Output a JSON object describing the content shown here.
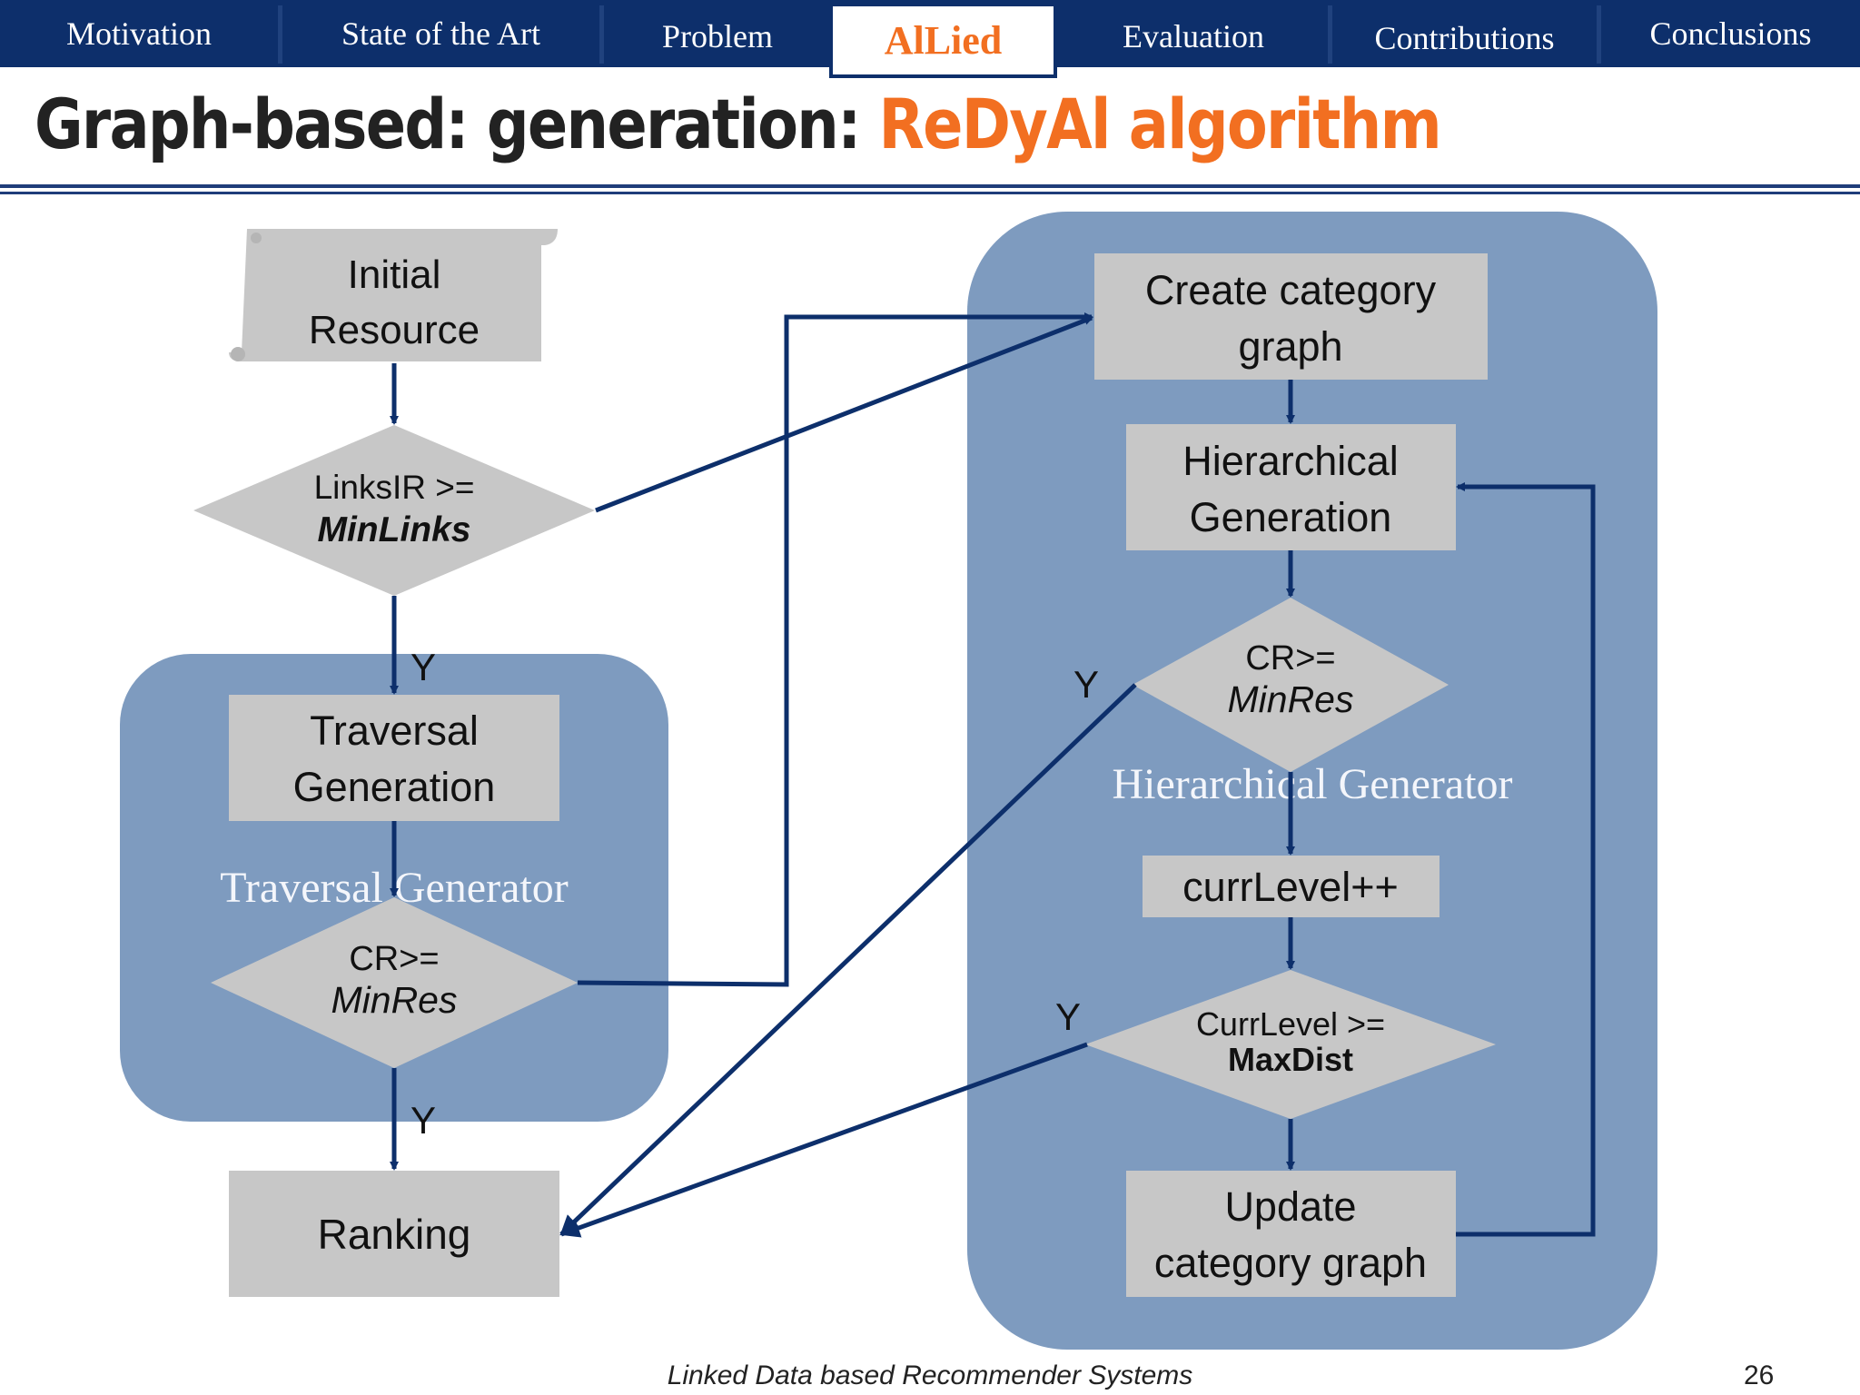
{
  "nav": {
    "tabs": [
      {
        "label": "Motivation"
      },
      {
        "label": "State of the Art"
      },
      {
        "label": "Problem"
      },
      {
        "label": "AlLied",
        "active": true
      },
      {
        "label": "Evaluation"
      },
      {
        "label": "Contributions"
      },
      {
        "label": "Conclusions"
      }
    ]
  },
  "title": {
    "prefix": "Graph-based: generation: ",
    "highlight": "ReDyAl algorithm"
  },
  "diagram": {
    "nodes": {
      "initial": {
        "line1": "Initial",
        "line2": "Resource"
      },
      "links_check": {
        "line1": "LinksIR >=",
        "line2": "MinLinks"
      },
      "traversal_gen": {
        "line1": "Traversal",
        "line2": "Generation"
      },
      "cr_check_left": {
        "line1": "CR>=",
        "line2": "MinRes"
      },
      "ranking": {
        "label": "Ranking"
      },
      "create_graph": {
        "line1": "Create category",
        "line2": "graph"
      },
      "hier_gen": {
        "line1": "Hierarchical",
        "line2": "Generation"
      },
      "cr_check_right": {
        "line1": "CR>=",
        "line2": "MinRes"
      },
      "curr_level_inc": {
        "label": "currLevel++"
      },
      "level_check": {
        "line1": "CurrLevel >=",
        "line2": "MaxDist"
      },
      "update_graph": {
        "line1": "Update",
        "line2": "category graph"
      }
    },
    "groups": {
      "traversal": "Traversal Generator",
      "hierarchical": "Hierarchical Generator"
    },
    "edge_labels": {
      "y1": "Y",
      "y2": "Y",
      "y3": "Y",
      "y4": "Y"
    }
  },
  "colors": {
    "nav_bg": "#0d2f6b",
    "accent": "#f26f21",
    "group_fill": "#7e9bbf",
    "node_fill": "#c7c7c7",
    "arrow": "#0d2f6b"
  },
  "footer": {
    "text": "Linked Data based Recommender Systems",
    "page": "26"
  }
}
